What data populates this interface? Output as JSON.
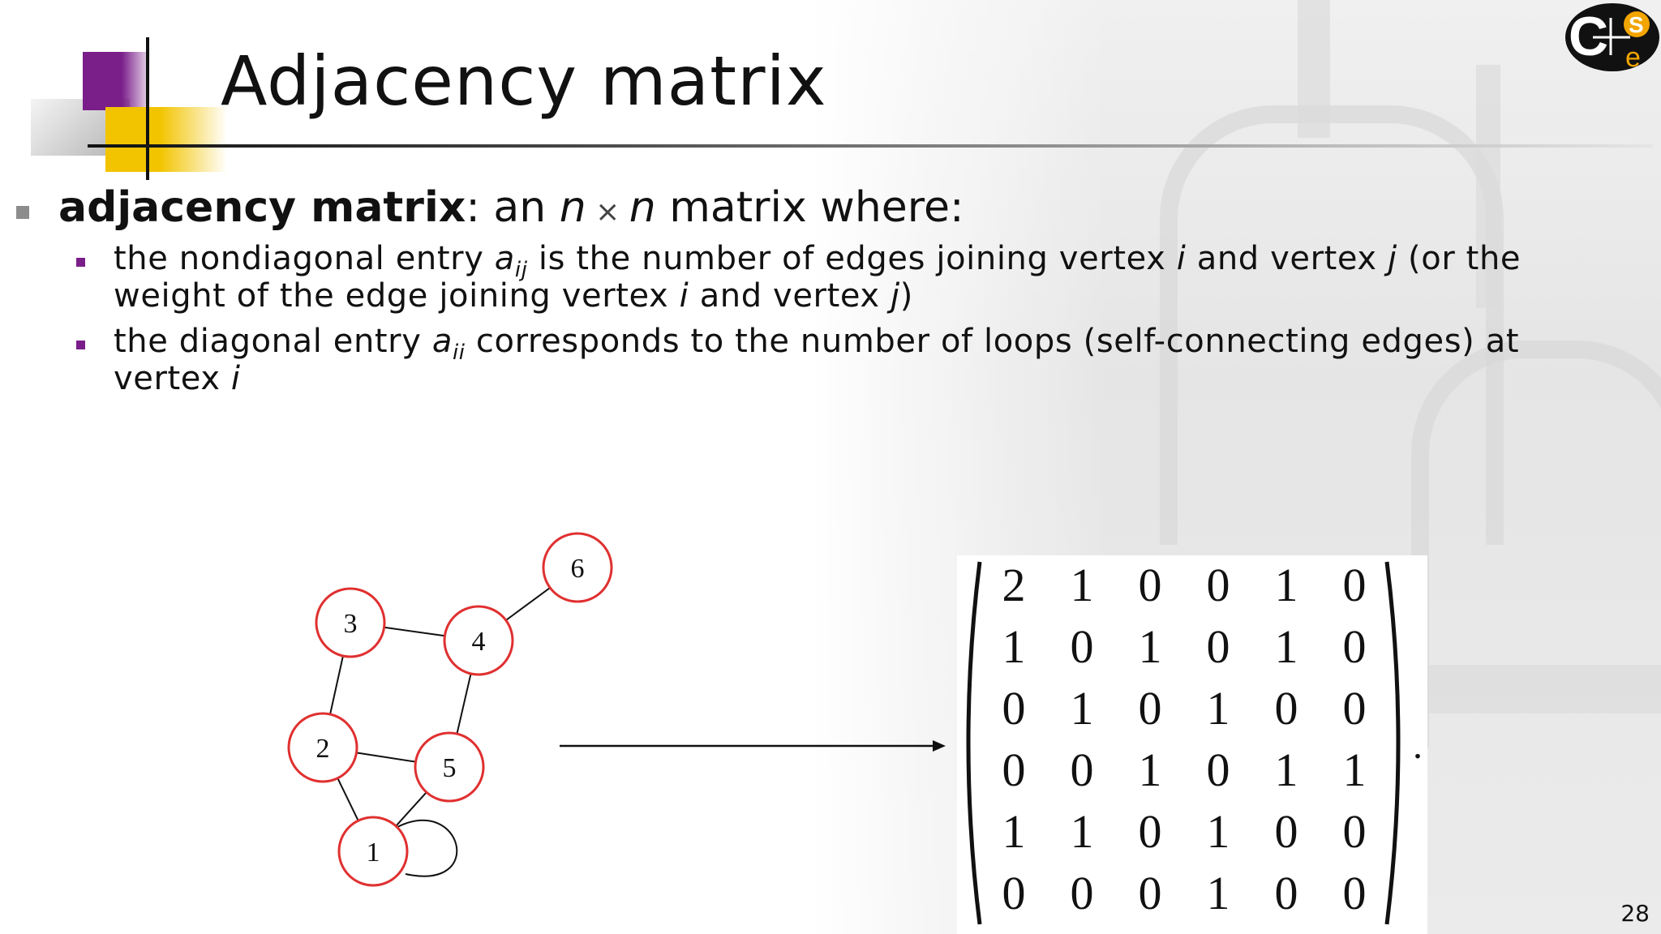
{
  "slide": {
    "title": "Adjacency matrix",
    "page_number": "28",
    "logo": {
      "text_c": "C",
      "text_s": "S",
      "text_e": "e",
      "icon": "cse-logo"
    }
  },
  "bullets": {
    "main": {
      "term": "adjacency matrix",
      "colon": ":",
      "rest_prefix": " an ",
      "var_n1": "n",
      "times": " × ",
      "var_n2": "n",
      "rest_suffix": " matrix where:"
    },
    "sub1": {
      "t1": "the nondiagonal entry ",
      "a": "a",
      "sub": "ij",
      "t2": " is the number of edges joining vertex ",
      "i": "i",
      "t3": " and vertex ",
      "j": "j",
      "t4": " (or the weight of the edge joining vertex ",
      "i2": "i",
      "t5": " and vertex ",
      "j2": "j",
      "t6": ")"
    },
    "sub2": {
      "t1": "the diagonal entry ",
      "a": "a",
      "sub": "ii",
      "t2": " corresponds to the number of loops (self-connecting edges) at vertex ",
      "i": "i"
    }
  },
  "graph": {
    "nodes": [
      {
        "id": "1",
        "label": "1"
      },
      {
        "id": "2",
        "label": "2"
      },
      {
        "id": "3",
        "label": "3"
      },
      {
        "id": "4",
        "label": "4"
      },
      {
        "id": "5",
        "label": "5"
      },
      {
        "id": "6",
        "label": "6"
      }
    ],
    "edges": [
      [
        "1",
        "1"
      ],
      [
        "1",
        "2"
      ],
      [
        "1",
        "5"
      ],
      [
        "2",
        "3"
      ],
      [
        "2",
        "5"
      ],
      [
        "3",
        "4"
      ],
      [
        "4",
        "5"
      ],
      [
        "4",
        "6"
      ]
    ],
    "node_color": "#e03030"
  },
  "matrix": {
    "rows": [
      [
        "2",
        "1",
        "0",
        "0",
        "1",
        "0"
      ],
      [
        "1",
        "0",
        "1",
        "0",
        "1",
        "0"
      ],
      [
        "0",
        "1",
        "0",
        "1",
        "0",
        "0"
      ],
      [
        "0",
        "0",
        "1",
        "0",
        "1",
        "1"
      ],
      [
        "1",
        "1",
        "0",
        "1",
        "0",
        "0"
      ],
      [
        "0",
        "0",
        "0",
        "1",
        "0",
        "0"
      ]
    ],
    "trailing": "."
  },
  "colors": {
    "purple": "#7a1e8a",
    "yellow": "#f2c400",
    "text": "#111111"
  }
}
